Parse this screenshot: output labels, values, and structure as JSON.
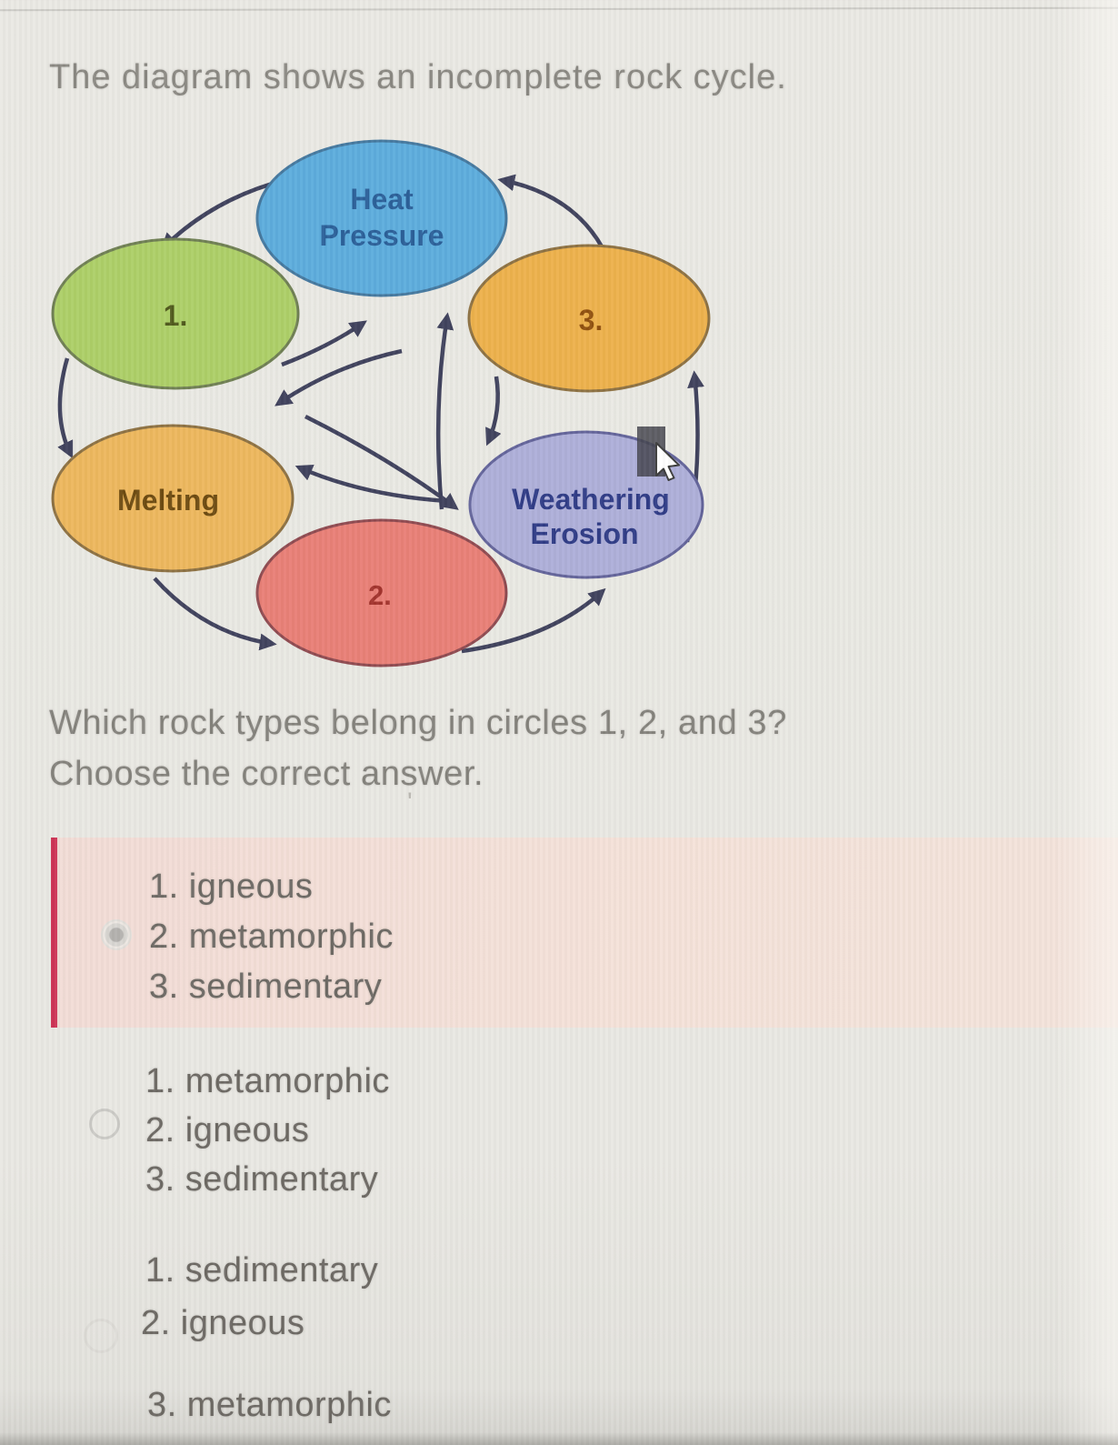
{
  "page": {
    "title": "The diagram shows an incomplete rock cycle."
  },
  "diagram": {
    "heat_line1": "Heat",
    "heat_line2": "Pressure",
    "circle1_label": "1.",
    "circle3_label": "3.",
    "melting_label": "Melting",
    "circle2_label": "2.",
    "weathering_line1": "Weathering",
    "weathering_line2": "Erosion"
  },
  "question": {
    "line1": "Which rock types belong in circles 1, 2, and 3?",
    "line2": "Choose the correct answer."
  },
  "options": [
    {
      "state": "selected",
      "highlighted": true,
      "lines": [
        "1. igneous",
        "2. metamorphic",
        "3. sedimentary"
      ]
    },
    {
      "state": "unselected",
      "highlighted": false,
      "lines": [
        "1. metamorphic",
        "2. igneous",
        "3. sedimentary"
      ]
    },
    {
      "state": "unselected",
      "highlighted": false,
      "lines": [
        "1. sedimentary",
        "2. igneous",
        "3. metamorphic"
      ]
    }
  ],
  "artifact_mark": "'",
  "colors": {
    "highlight_bg": "#f3ddd6",
    "highlight_border": "#cd3355",
    "heat_fill": "#5cacdd",
    "circle1_fill": "#adcf67",
    "circle3_fill": "#edb14b",
    "melting_fill": "#edb75d",
    "circle2_fill": "#e97f76",
    "weathering_fill": "#aeafd9",
    "arrow": "#3f415c",
    "background": "#e9e8e3"
  }
}
